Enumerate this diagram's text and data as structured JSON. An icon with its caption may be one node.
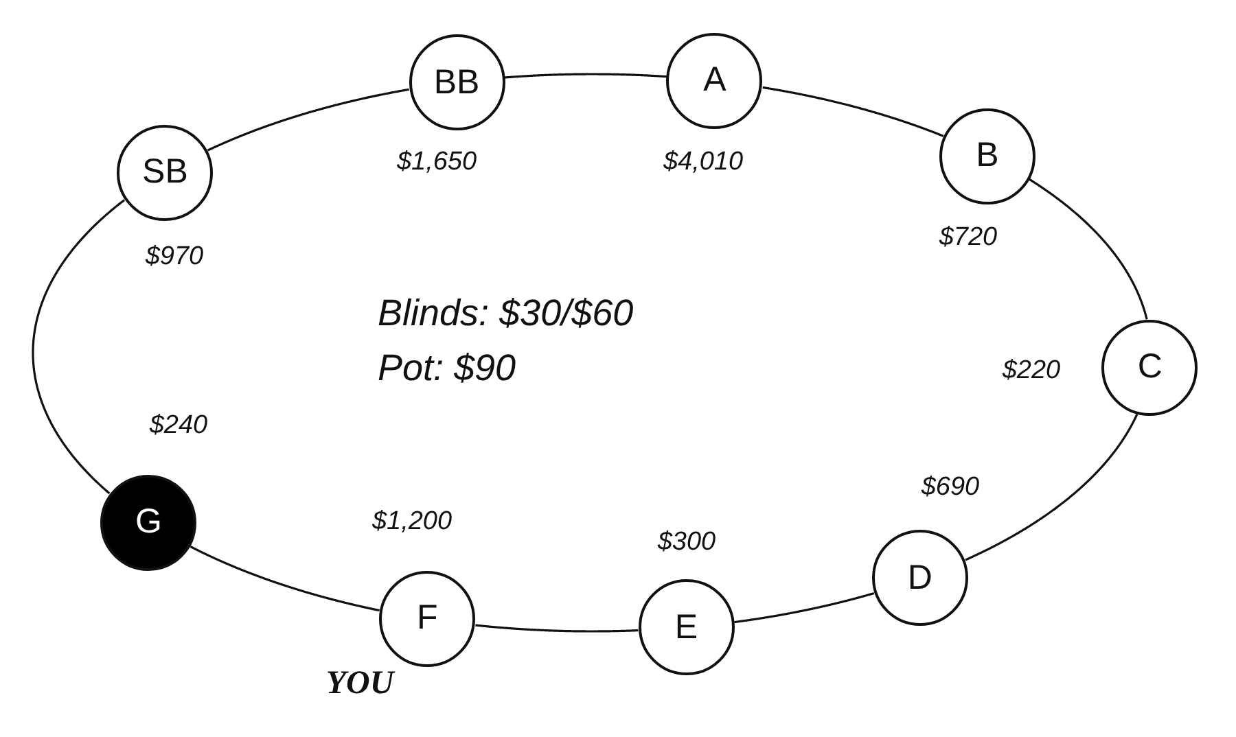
{
  "diagram": {
    "nodes": [
      {
        "text": [
          "BB"
        ],
        "beside": [
          "$1,650"
        ]
      },
      {
        "text": [
          "A"
        ],
        "beside": [
          "$4,010"
        ]
      },
      {
        "text": [
          "B"
        ],
        "beside": [
          "$720"
        ]
      },
      {
        "text": [
          "SB"
        ],
        "beside": [
          "$970"
        ]
      },
      {
        "text": [
          "C"
        ],
        "beside": [
          "$220"
        ]
      },
      {
        "text": [
          "G"
        ],
        "beside": [
          "$240"
        ]
      },
      {
        "text": [
          "D"
        ],
        "beside": [
          "$690"
        ]
      },
      {
        "text": [
          "F"
        ],
        "beside": [
          "$1,200",
          "YOU"
        ]
      },
      {
        "text": [
          "E"
        ],
        "beside": [
          "$300"
        ]
      }
    ],
    "edges": [
      {
        "from": 0,
        "to": 1,
        "arrow": "none"
      },
      {
        "from": 1,
        "to": 2,
        "arrow": "none"
      },
      {
        "from": 2,
        "to": 4,
        "arrow": "none"
      },
      {
        "from": 4,
        "to": 6,
        "arrow": "none"
      },
      {
        "from": 6,
        "to": 8,
        "arrow": "none"
      },
      {
        "from": 8,
        "to": 7,
        "arrow": "none"
      },
      {
        "from": 7,
        "to": 5,
        "arrow": "none"
      },
      {
        "from": 5,
        "to": 3,
        "arrow": "none"
      },
      {
        "from": 3,
        "to": 0,
        "arrow": "none"
      }
    ],
    "labels": [
      "Blinds: $30/$60",
      "Pot: $90"
    ]
  }
}
